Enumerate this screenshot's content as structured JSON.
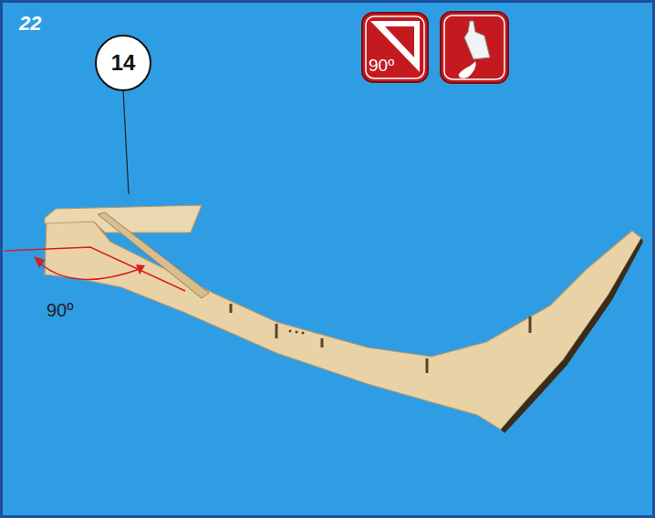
{
  "diagram": {
    "nodes": [
      {
        "text": [
          "14"
        ]
      },
      {
        "text": [
          "90º"
        ]
      }
    ],
    "labels": [
      "22",
      "90º"
    ]
  }
}
